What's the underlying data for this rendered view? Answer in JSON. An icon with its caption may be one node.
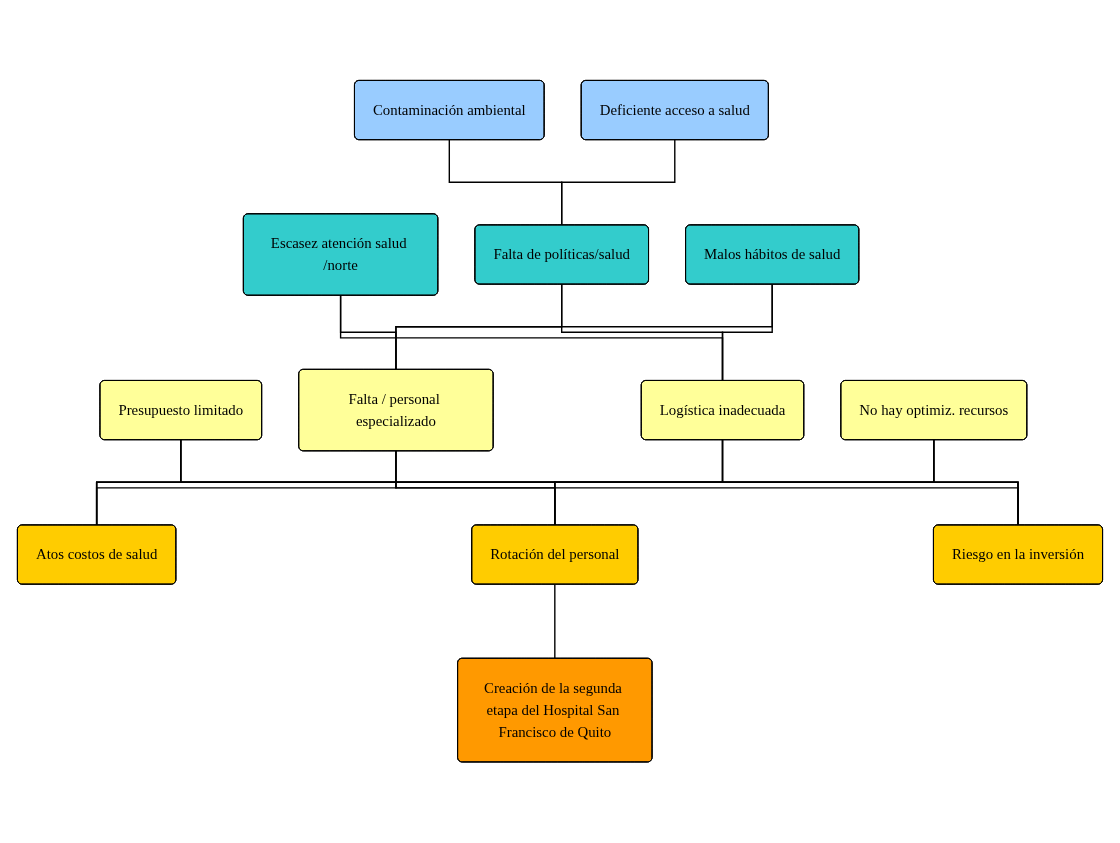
{
  "diagram": {
    "nodes": [
      {
        "text": [
          "Contaminación ambiental"
        ]
      },
      {
        "text": [
          "Deficiente acceso a salud"
        ]
      },
      {
        "text": [
          "Escasez atención salud /norte"
        ]
      },
      {
        "text": [
          "Falta de políticas/salud"
        ]
      },
      {
        "text": [
          "Malos hábitos de salud"
        ]
      },
      {
        "text": [
          "Presupuesto limitado"
        ]
      },
      {
        "text": [
          "Falta / personal especializado"
        ]
      },
      {
        "text": [
          "Logística inadecuada"
        ]
      },
      {
        "text": [
          "No hay optimiz. recursos"
        ]
      },
      {
        "text": [
          "Atos costos de salud"
        ]
      },
      {
        "text": [
          "Rotación del personal"
        ]
      },
      {
        "text": [
          "Riesgo en la inversión"
        ]
      },
      {
        "text": [
          "Creación de la segunda etapa del Hospital San Francisco de Quito"
        ]
      }
    ],
    "edges": [
      {
        "from": 0,
        "to": 3,
        "arrow": "none"
      },
      {
        "from": 1,
        "to": 3,
        "arrow": "none"
      },
      {
        "from": 2,
        "to": 6,
        "arrow": "none"
      },
      {
        "from": 2,
        "to": 7,
        "arrow": "none"
      },
      {
        "from": 3,
        "to": 6,
        "arrow": "none"
      },
      {
        "from": 3,
        "to": 7,
        "arrow": "none"
      },
      {
        "from": 4,
        "to": 6,
        "arrow": "none"
      },
      {
        "from": 4,
        "to": 7,
        "arrow": "none"
      },
      {
        "from": 5,
        "to": 9,
        "arrow": "none"
      },
      {
        "from": 5,
        "to": 10,
        "arrow": "none"
      },
      {
        "from": 5,
        "to": 11,
        "arrow": "none"
      },
      {
        "from": 6,
        "to": 9,
        "arrow": "none"
      },
      {
        "from": 6,
        "to": 10,
        "arrow": "none"
      },
      {
        "from": 6,
        "to": 11,
        "arrow": "none"
      },
      {
        "from": 7,
        "to": 9,
        "arrow": "none"
      },
      {
        "from": 7,
        "to": 10,
        "arrow": "none"
      },
      {
        "from": 7,
        "to": 11,
        "arrow": "none"
      },
      {
        "from": 8,
        "to": 9,
        "arrow": "none"
      },
      {
        "from": 8,
        "to": 10,
        "arrow": "none"
      },
      {
        "from": 8,
        "to": 11,
        "arrow": "none"
      },
      {
        "from": 10,
        "to": 12,
        "arrow": "none"
      }
    ]
  }
}
